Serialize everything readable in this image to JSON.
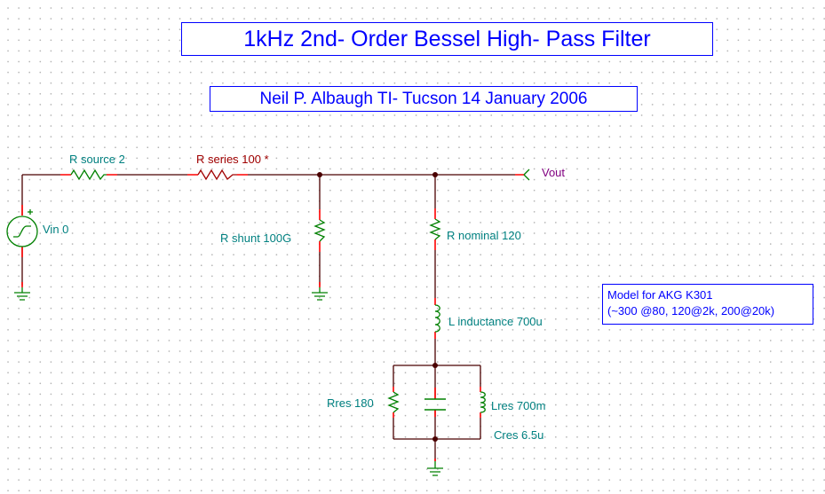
{
  "title": "1kHz 2nd- Order Bessel High- Pass Filter",
  "author": "Neil P. Albaugh  TI- Tucson  14 January 2006",
  "note": {
    "line1": "Model for AKG K301",
    "line2": "(~300 @80, 120@2k, 200@20k)"
  },
  "components": {
    "r_source": "R source 2",
    "r_series": "R series 100 *",
    "r_shunt": "R shunt 100G",
    "r_nominal": "R nominal 120",
    "l_inductance": "L inductance 700u",
    "rres": "Rres 180",
    "lres": "Lres 700m",
    "cres": "Cres 6.5u",
    "vin": "Vin 0",
    "vout": "Vout"
  },
  "colors": {
    "wire": "#4a0000",
    "pin": "#ff0000",
    "label": "#008080",
    "highlight_label": "#a00000",
    "port_label": "#800080",
    "ground": "#008000",
    "frame": "#0000ff"
  }
}
